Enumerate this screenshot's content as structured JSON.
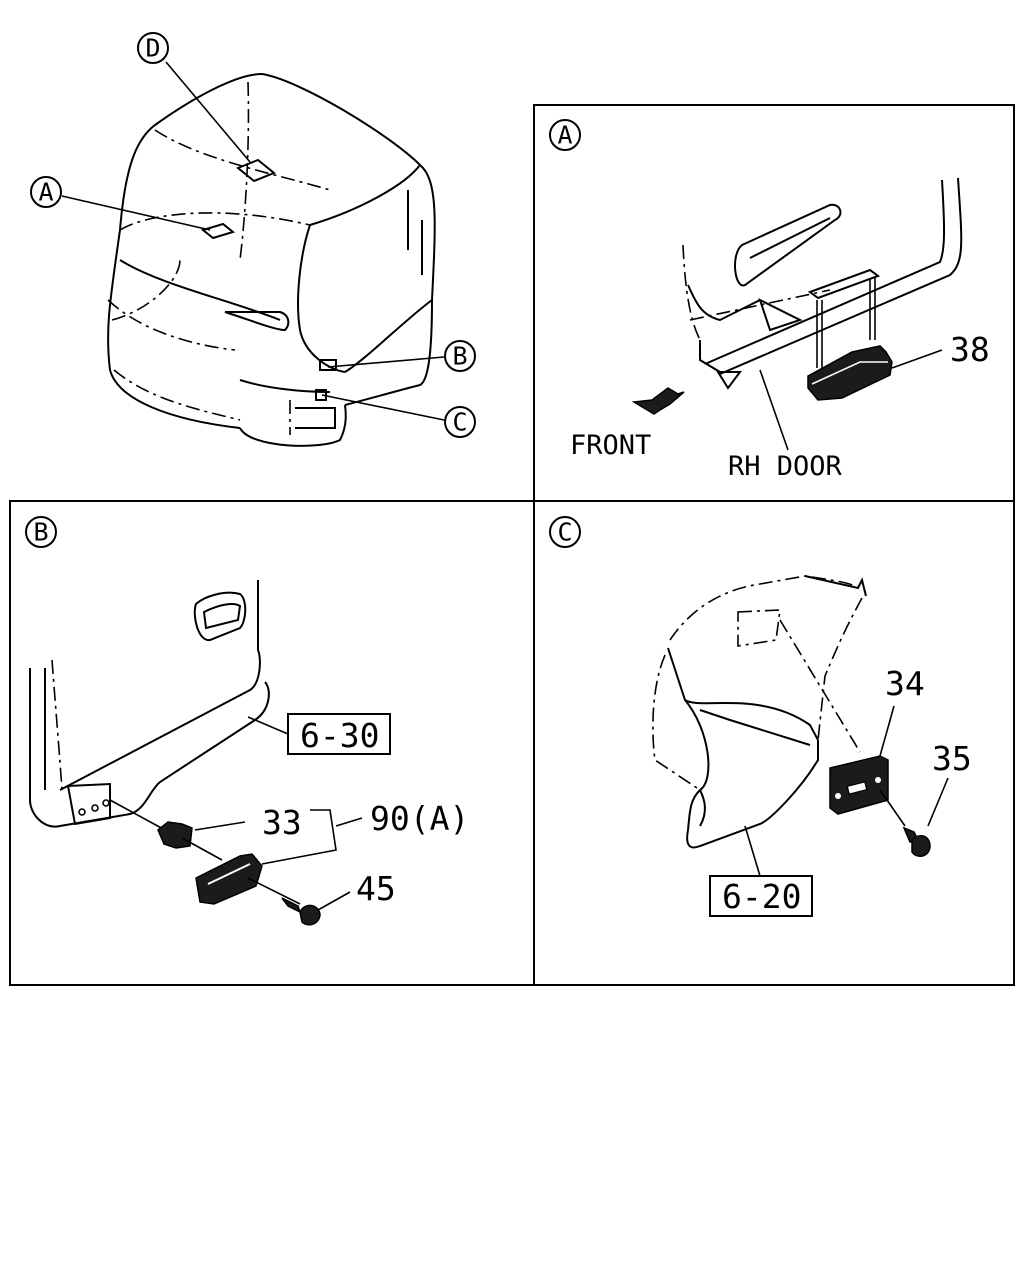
{
  "overview": {
    "callouts": [
      "D",
      "A",
      "B",
      "C"
    ]
  },
  "panel_a": {
    "title": "A",
    "part_38": "38",
    "front_label": "FRONT",
    "rh_door_label": "RH DOOR"
  },
  "panel_b": {
    "title": "B",
    "ref_box": "6-30",
    "part_33": "33",
    "part_90": "90(A)",
    "part_45": "45"
  },
  "panel_c": {
    "title": "C",
    "part_34": "34",
    "part_35": "35",
    "ref_box": "6-20"
  }
}
